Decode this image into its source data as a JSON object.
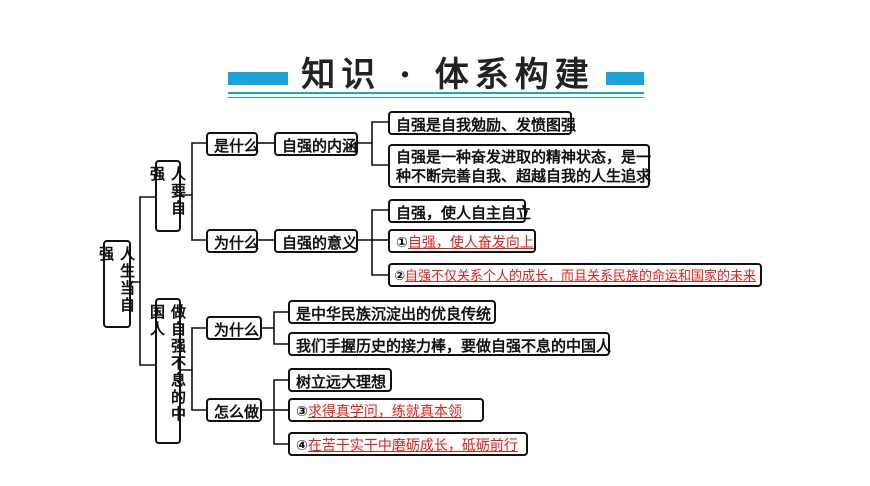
{
  "title": "知识 · 体系构建",
  "root": "人生当自强",
  "branch1": {
    "label": "人要自强",
    "q1": "是什么",
    "q1_topic": "自强的内涵",
    "q1_items": [
      "自强是自我勉励、发愤图强",
      "自强是一种奋发进取的精神状态，是一",
      "种不断完善自我、超越自我的人生追求"
    ],
    "q2": "为什么",
    "q2_topic": "自强的意义",
    "q2_item": "自强，使人自主自立",
    "q2_fill1_num": "①",
    "q2_fill1": "自强，使人奋发向上",
    "q2_fill2_num": "②",
    "q2_fill2": "自强不仅关系个人的成长，而且关系民族的命运和国家的未来"
  },
  "branch2": {
    "label": "做自强不息的中国人",
    "q1": "为什么",
    "q1_items": [
      "是中华民族沉淀出的优良传统",
      "我们手握历史的接力棒，要做自强不息的中国人"
    ],
    "q2": "怎么做",
    "q2_item": "树立远大理想",
    "q2_fill1_num": "③",
    "q2_fill1": "求得真学问，练就真本领",
    "q2_fill2_num": "④",
    "q2_fill2": "在苦干实干中磨砺成长，砥砺前行"
  }
}
